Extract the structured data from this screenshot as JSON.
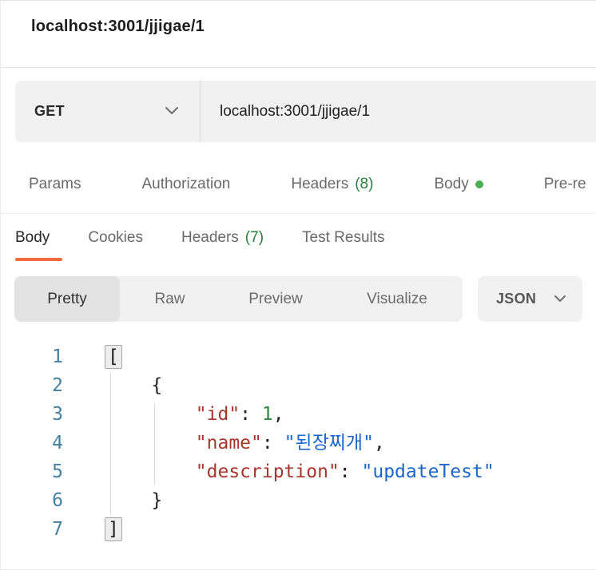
{
  "page": {
    "title": "localhost:3001/jjigae/1"
  },
  "request": {
    "method": "GET",
    "url": "localhost:3001/jjigae/1",
    "tabs": [
      {
        "label": "Params"
      },
      {
        "label": "Authorization"
      },
      {
        "label": "Headers",
        "count": "(8)"
      },
      {
        "label": "Body",
        "dot": true
      },
      {
        "label": "Pre-re"
      }
    ]
  },
  "response": {
    "tabs": [
      {
        "label": "Body",
        "active": true
      },
      {
        "label": "Cookies"
      },
      {
        "label": "Headers",
        "count": "(7)"
      },
      {
        "label": "Test Results"
      }
    ],
    "view_modes": [
      {
        "label": "Pretty",
        "active": true
      },
      {
        "label": "Raw"
      },
      {
        "label": "Preview"
      },
      {
        "label": "Visualize"
      }
    ],
    "format": "JSON",
    "body_lines": [
      {
        "num": "1",
        "tokens": [
          {
            "t": "hl",
            "v": "["
          }
        ]
      },
      {
        "num": "2",
        "tokens": [
          {
            "t": "p",
            "v": "    {"
          }
        ]
      },
      {
        "num": "3",
        "tokens": [
          {
            "t": "p",
            "v": "        "
          },
          {
            "t": "key",
            "v": "\"id\""
          },
          {
            "t": "p",
            "v": ": "
          },
          {
            "t": "num",
            "v": "1"
          },
          {
            "t": "p",
            "v": ","
          }
        ]
      },
      {
        "num": "4",
        "tokens": [
          {
            "t": "p",
            "v": "        "
          },
          {
            "t": "key",
            "v": "\"name\""
          },
          {
            "t": "p",
            "v": ": "
          },
          {
            "t": "str",
            "v": "\"된장찌개\""
          },
          {
            "t": "p",
            "v": ","
          }
        ]
      },
      {
        "num": "5",
        "tokens": [
          {
            "t": "p",
            "v": "        "
          },
          {
            "t": "key",
            "v": "\"description\""
          },
          {
            "t": "p",
            "v": ": "
          },
          {
            "t": "str",
            "v": "\"updateTest\""
          }
        ]
      },
      {
        "num": "6",
        "tokens": [
          {
            "t": "p",
            "v": "    }"
          }
        ]
      },
      {
        "num": "7",
        "tokens": [
          {
            "t": "hl",
            "v": "]"
          }
        ]
      }
    ]
  },
  "colors": {
    "accent_orange": "#f26b3a",
    "count_green": "#28803d",
    "body_dot_green": "#4caf50",
    "line_number_blue": "#4481a3",
    "json_key_red": "#a5362b",
    "json_string_blue": "#1d66c9",
    "json_number_green": "#2f8a3d",
    "panel_gray": "#f1f1f1",
    "active_segment_gray": "#e3e3e3"
  }
}
